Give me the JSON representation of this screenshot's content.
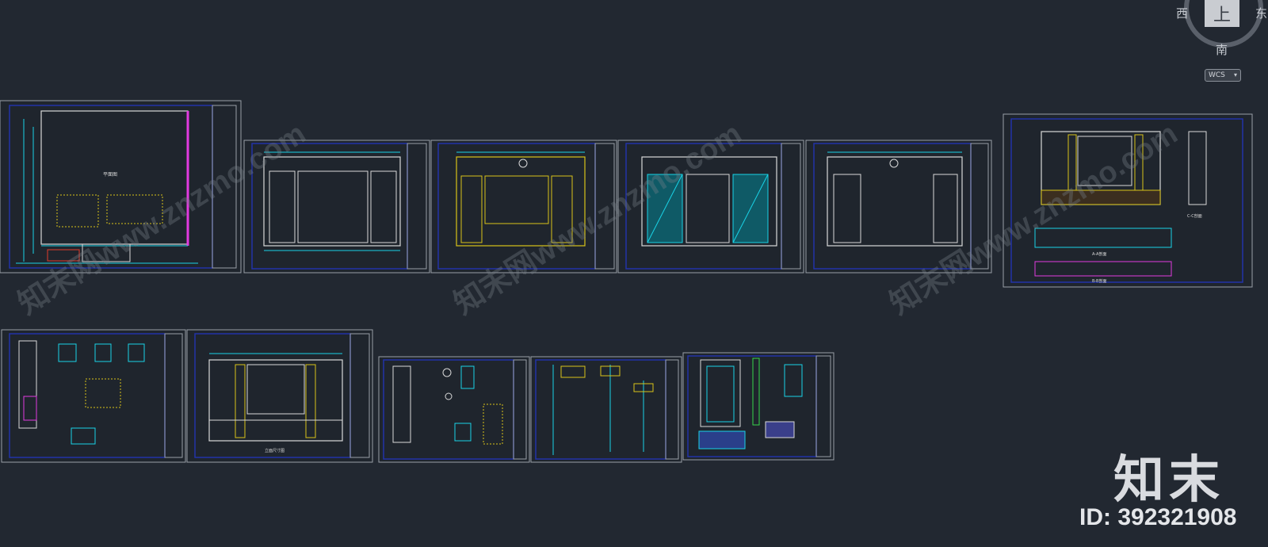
{
  "viewcube": {
    "top_label": "上",
    "west_label": "西",
    "east_label": "东",
    "south_label": "南",
    "ucs_label": "WCS"
  },
  "sheet_labels": {
    "plan": "平面图",
    "elev_label": "立面尺寸图",
    "section_a": "A-A剖面",
    "section_b": "B-B剖面",
    "section_c": "C-C剖面"
  },
  "watermark": {
    "text": "知末网www.znzmo.com"
  },
  "brand": {
    "name": "知末",
    "id_text": "ID: 392321908"
  },
  "colors": {
    "background": "#222831",
    "sheet_border": "#2233a8",
    "frame": "#d9d9d9",
    "cyan": "#19d3e6",
    "yellow": "#d9c419",
    "magenta": "#e23ae0",
    "red": "#e23a2a",
    "green": "#37d64a"
  }
}
